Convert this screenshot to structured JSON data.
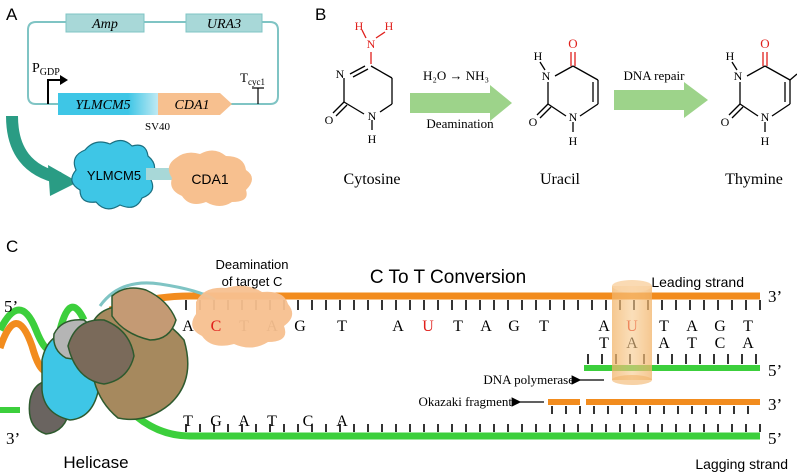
{
  "panel_a": {
    "label": "A",
    "plasmid": {
      "amp": "Amp",
      "ura3": "URA3",
      "promoter_main": "P",
      "promoter_sub": "GDP",
      "ylmcm5": "YLMCM5",
      "cda1": "CDA1",
      "terminator_main": "T",
      "terminator_sub": "cyc1",
      "sv40": "SV40"
    },
    "protein": {
      "ylmcm5": "YLMCM5",
      "cda1": "CDA1"
    }
  },
  "panel_b": {
    "label": "B",
    "step1_top": "H₂O → NH₃",
    "step1_bottom": "Deamination",
    "step2_top": "DNA repair",
    "names": [
      "Cytosine",
      "Uracil",
      "Thymine"
    ],
    "atoms": {
      "H": "H",
      "N": "N",
      "O": "O"
    }
  },
  "panel_c": {
    "label": "C",
    "title": "C To T Conversion",
    "deamination_label_line1": "Deamination",
    "deamination_label_line2": "of target C",
    "leading_strand": "Leading strand",
    "lagging_strand": "Lagging strand",
    "helicase": "Helicase",
    "dna_polymerase": "DNA polymerase",
    "okazaki_fragment": "Okazaki fragment",
    "prime5": "5’",
    "prime3": "3’",
    "top_sequence": [
      "A",
      "C",
      "T",
      "A",
      "G",
      "T",
      "A",
      "U",
      "T",
      "A",
      "G",
      "T",
      "A",
      "U",
      "T",
      "A",
      "G",
      "T"
    ],
    "top_sequence_red_indices": [
      1,
      7,
      13
    ],
    "middle_sequence": [
      "T",
      "A",
      "A",
      "T",
      "C",
      "A"
    ],
    "bottom_sequence": [
      "T",
      "G",
      "A",
      "T",
      "C",
      "A"
    ]
  },
  "colors": {
    "plasmid_line": "#7fc4c4",
    "box_fill": "#a8d8d8",
    "ylmcm5_cyan": "#3ec6e6",
    "cda1_peach": "#f7c08f",
    "arrow_green": "#9dd38a",
    "strand_orange": "#f28c1e",
    "strand_green": "#3ccf3c",
    "red": "#e0201c",
    "teal_arrow": "#2a9c84"
  }
}
